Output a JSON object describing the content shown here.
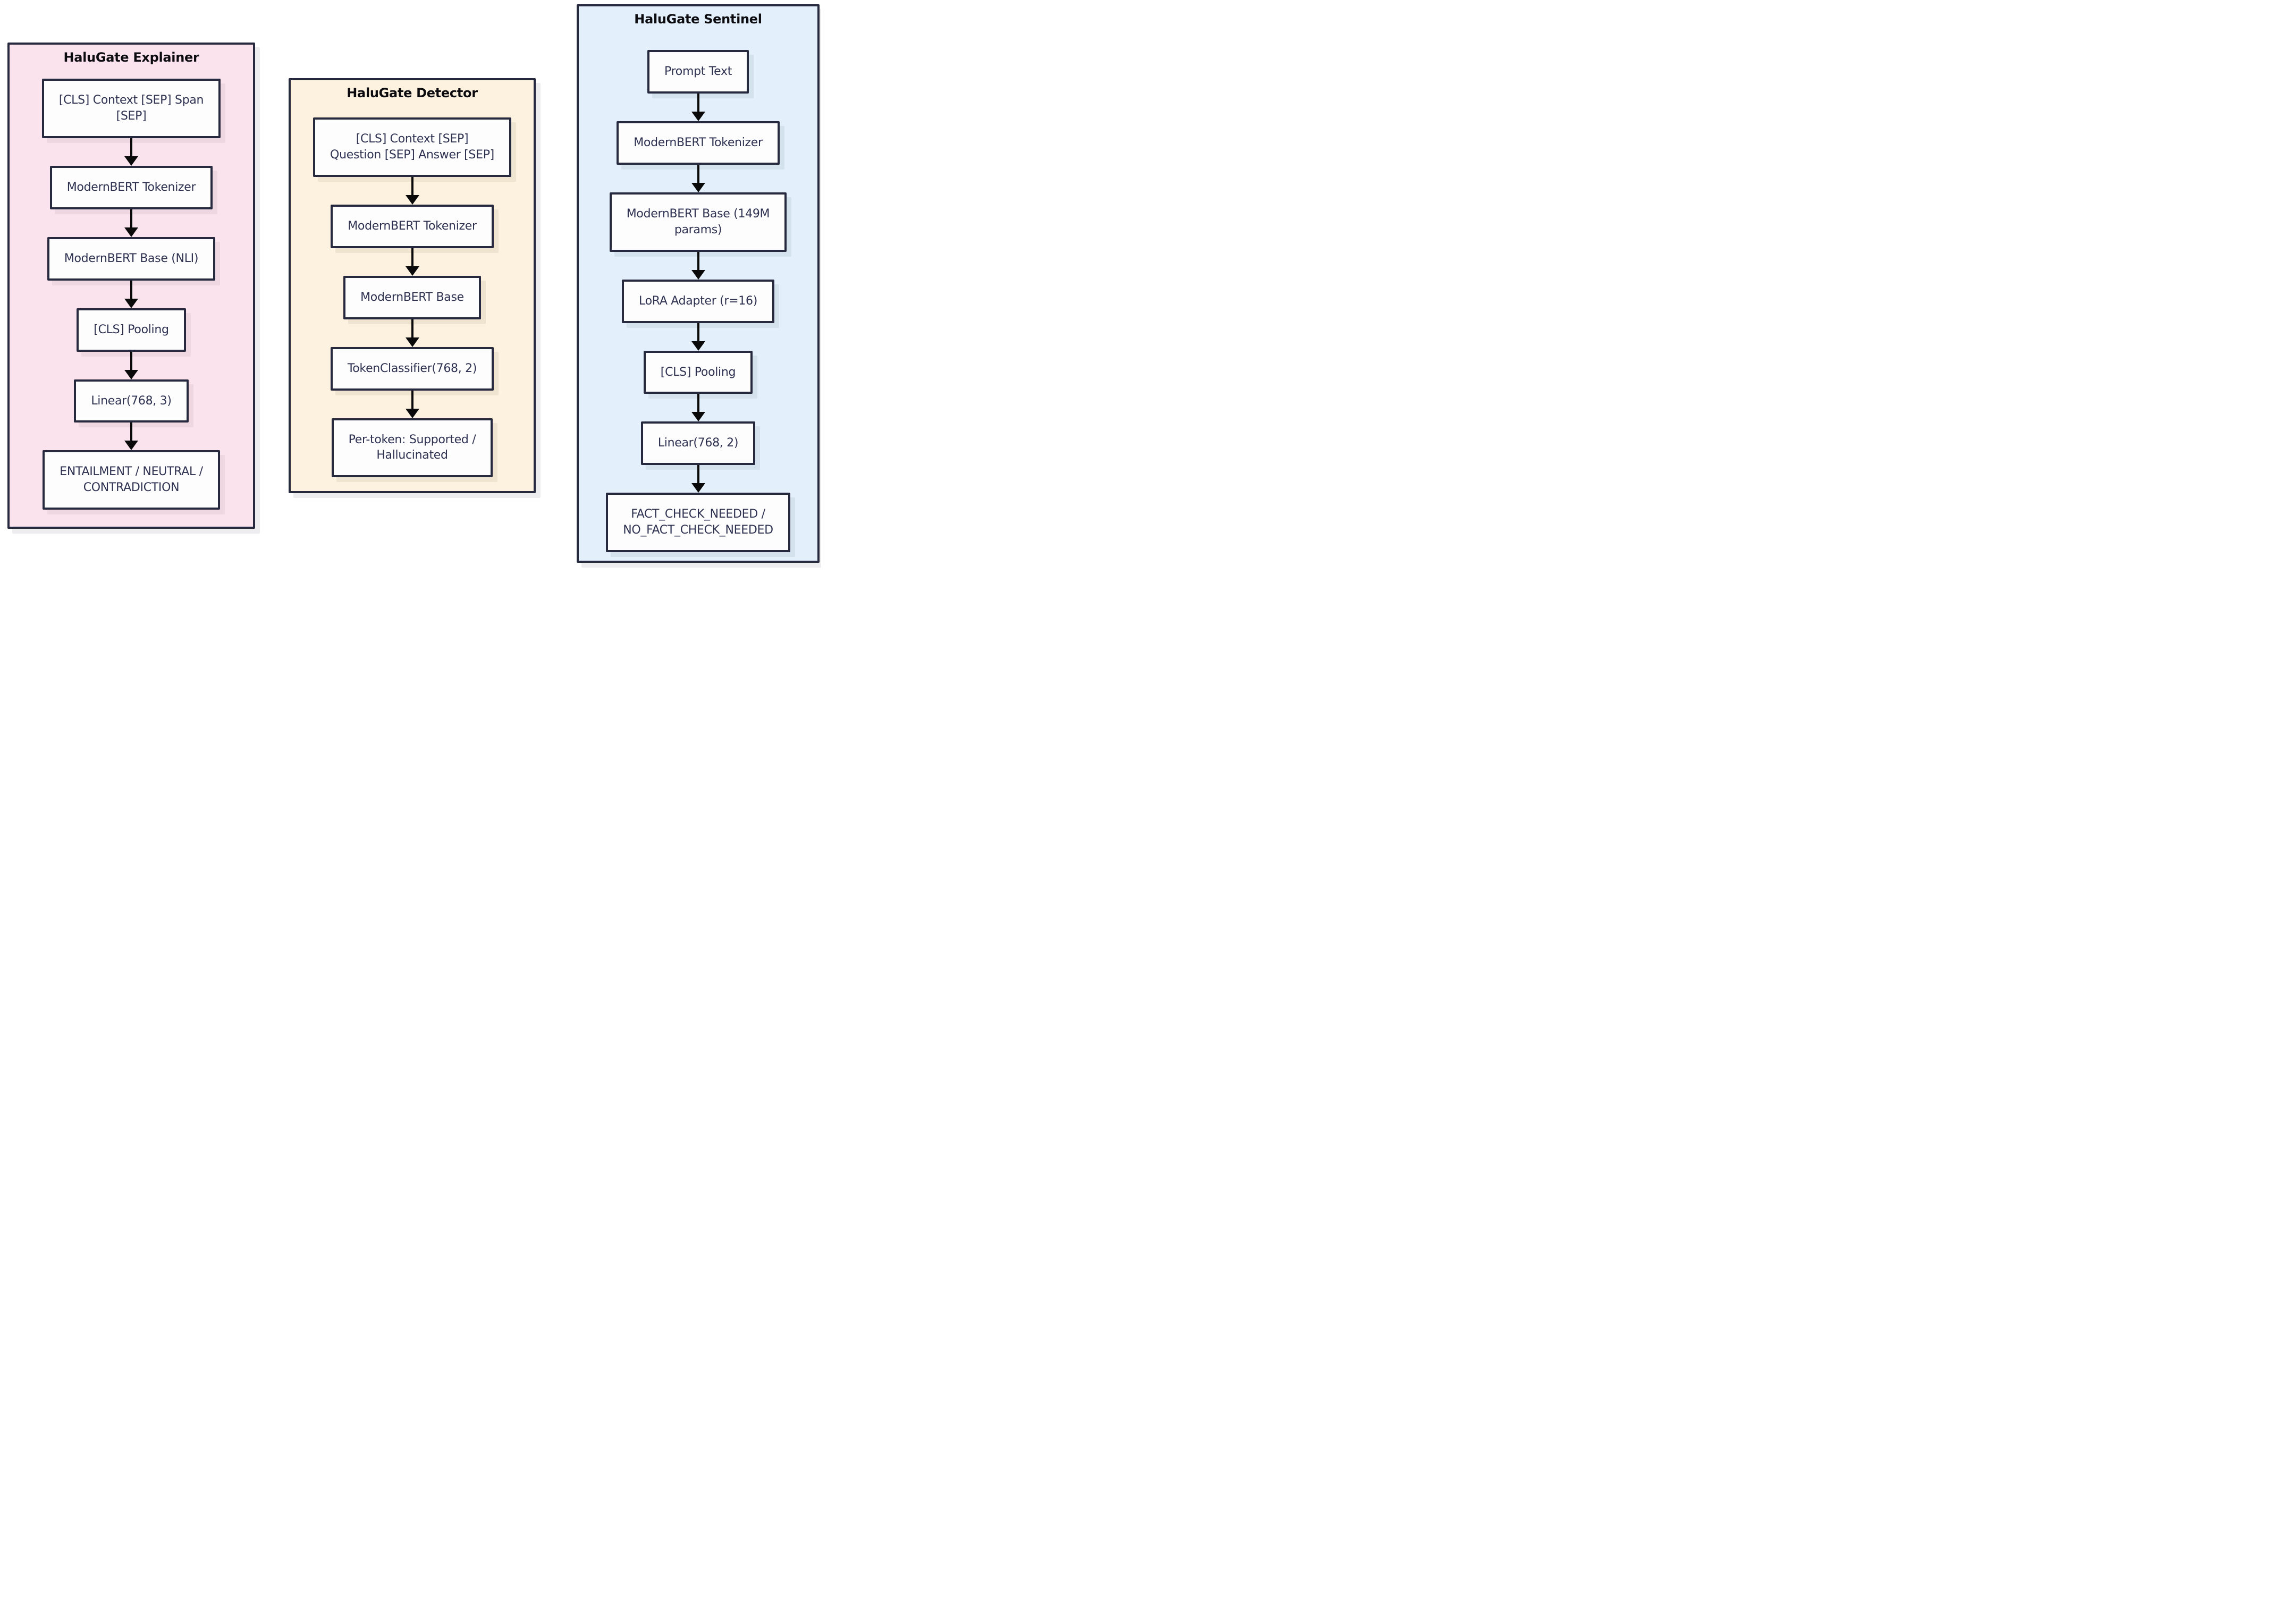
{
  "diagram": {
    "palette": {
      "explainer_bg": "#fbe3ee",
      "detector_bg": "#fdf1e0",
      "sentinel_bg": "#e3f0fc",
      "panel_border": "#272a3e",
      "node_bg": "#fdfdfe",
      "node_text": "#2e3150",
      "title_text": "#0b0b10",
      "arrow": "#0a0a0a"
    },
    "panels": [
      {
        "id": "explainer",
        "title": "HaluGate Explainer",
        "nodes": [
          "[CLS] Context [SEP] Span\n[SEP]",
          "ModernBERT Tokenizer",
          "ModernBERT Base (NLI)",
          "[CLS] Pooling",
          "Linear(768, 3)",
          "ENTAILMENT / NEUTRAL /\nCONTRADICTION"
        ]
      },
      {
        "id": "detector",
        "title": "HaluGate Detector",
        "nodes": [
          "[CLS] Context [SEP]\nQuestion [SEP] Answer [SEP]",
          "ModernBERT Tokenizer",
          "ModernBERT Base",
          "TokenClassifier(768, 2)",
          "Per-token: Supported /\nHallucinated"
        ]
      },
      {
        "id": "sentinel",
        "title": "HaluGate Sentinel",
        "nodes": [
          "Prompt Text",
          "ModernBERT Tokenizer",
          "ModernBERT Base (149M\nparams)",
          "LoRA Adapter (r=16)",
          "[CLS] Pooling",
          "Linear(768, 2)",
          "FACT_CHECK_NEEDED /\nNO_FACT_CHECK_NEEDED"
        ]
      }
    ]
  }
}
